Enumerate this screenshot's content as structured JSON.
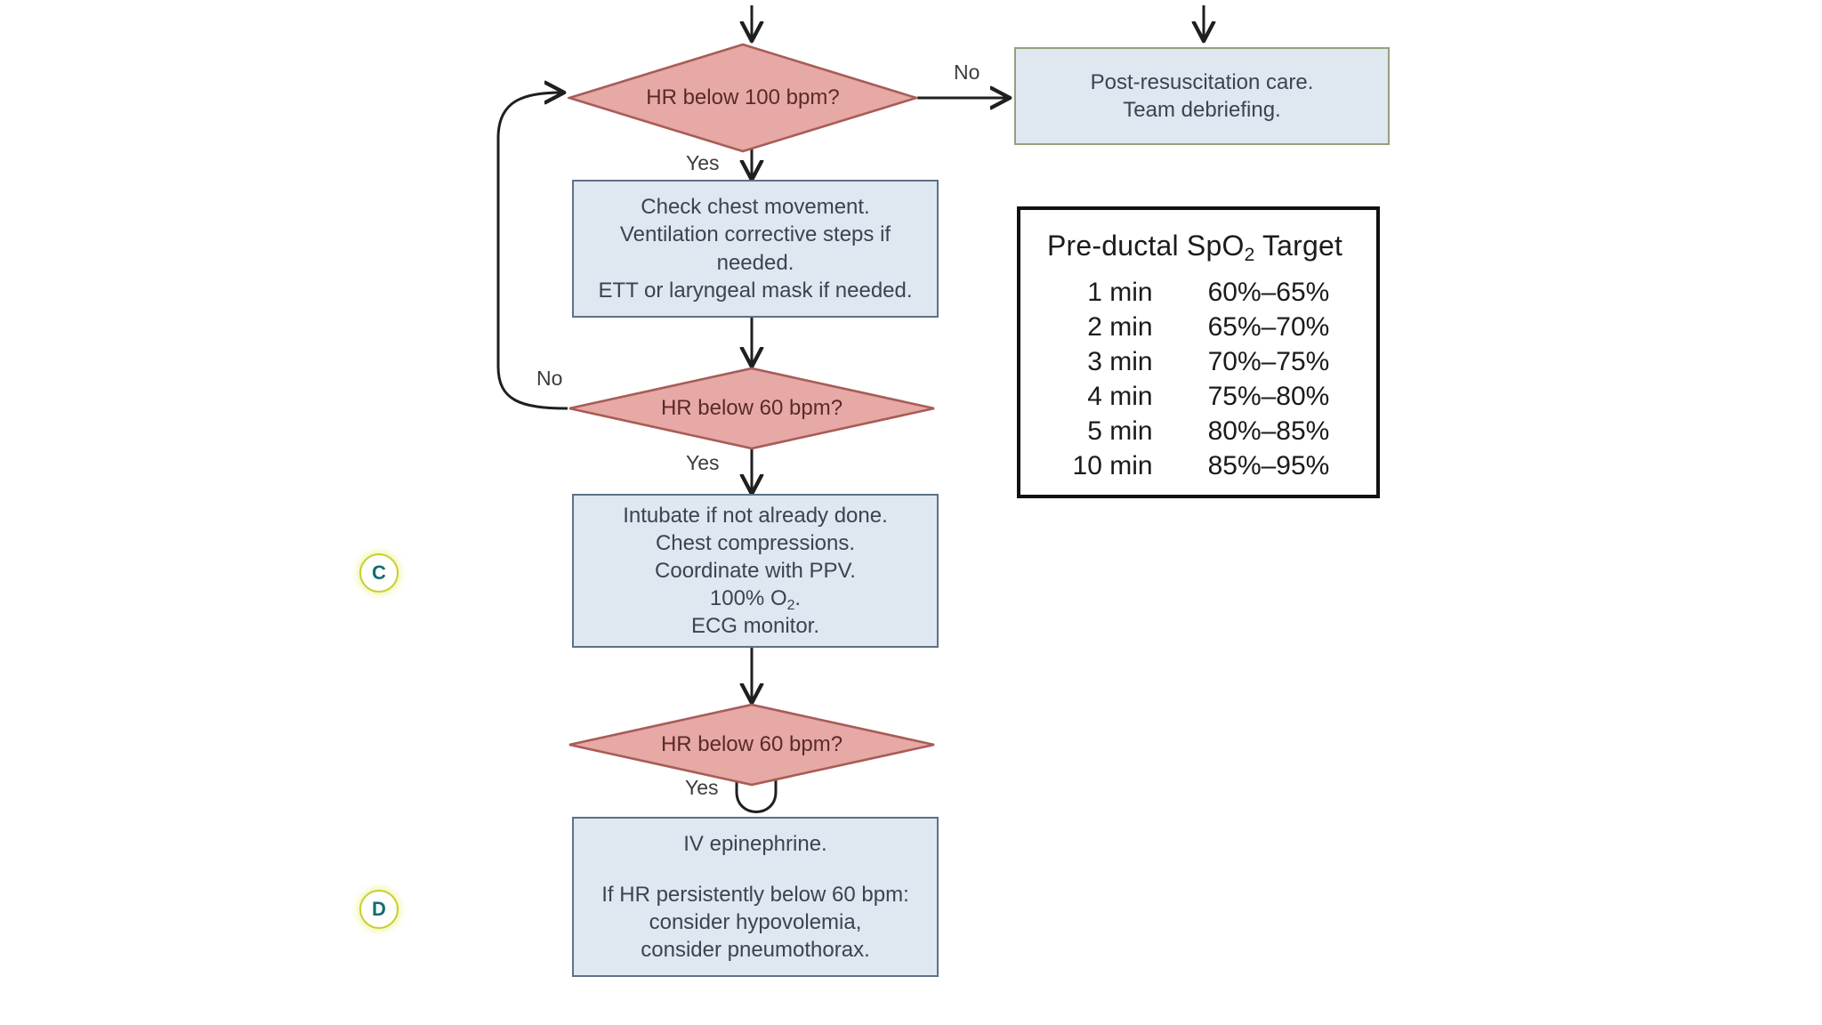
{
  "meta": {
    "title": "Neonatal Resuscitation Algorithm (Sections C and D)",
    "background": "#ffffff",
    "colors": {
      "decision_fill": "#e6a9a5",
      "decision_stroke": "#a85c57",
      "decision_text": "#5a2a28",
      "process_fill": "#dfe7f0",
      "process_stroke": "#5d7187",
      "process_stroke_olive": "#97a07c",
      "process_text": "#3a4452",
      "edge_stroke": "#1f1f1f",
      "badge_ring": "#c7cf2e",
      "badge_text": "#136d72",
      "table_stroke": "#111111"
    }
  },
  "badges": [
    {
      "id": "badge-c",
      "label": "C"
    },
    {
      "id": "badge-d",
      "label": "D"
    }
  ],
  "nodes": {
    "decision_hr100": {
      "type": "decision",
      "label": "HR below 100 bpm?",
      "lines": [
        "HR below 100",
        "bpm?"
      ]
    },
    "box_post_resus": {
      "type": "process",
      "variant": "olive",
      "lines": [
        "Post-resuscitation care.",
        "Team debriefing."
      ]
    },
    "box_check_chest": {
      "type": "process",
      "lines": [
        "Check chest movement.",
        "Ventilation corrective steps if",
        "needed.",
        "ETT or laryngeal mask if needed."
      ]
    },
    "decision_hr60_a": {
      "type": "decision",
      "label": "HR below 60 bpm?",
      "lines": [
        "HR below 60 bpm?"
      ]
    },
    "box_intubate": {
      "type": "process",
      "lines": [
        "Intubate if not already done.",
        "Chest compressions.",
        "Coordinate with PPV.",
        "100% O2.",
        "ECG monitor."
      ]
    },
    "decision_hr60_b": {
      "type": "decision",
      "label": "HR below 60 bpm?",
      "lines": [
        "HR below 60 bpm?"
      ]
    },
    "box_epinephrine": {
      "type": "process",
      "lines": [
        "IV epinephrine.",
        "",
        "If HR persistently below 60 bpm:",
        "consider hypovolemia,",
        "consider pneumothorax."
      ]
    }
  },
  "edge_labels": {
    "hr100_no": "No",
    "hr100_yes": "Yes",
    "hr60a_no": "No",
    "hr60a_yes": "Yes",
    "hr60b_yes": "Yes"
  },
  "spo2_table": {
    "title_prefix": "Pre-ductal Sp",
    "title_sub": "2",
    "title_suffix": " Target",
    "title_mid": "O",
    "rows": [
      {
        "time": "1 min",
        "range": "60%–65%"
      },
      {
        "time": "2 min",
        "range": "65%–70%"
      },
      {
        "time": "3 min",
        "range": "70%–75%"
      },
      {
        "time": "4 min",
        "range": "75%–80%"
      },
      {
        "time": "5 min",
        "range": "80%–85%"
      },
      {
        "time": "10 min",
        "range": "85%–95%"
      }
    ]
  }
}
